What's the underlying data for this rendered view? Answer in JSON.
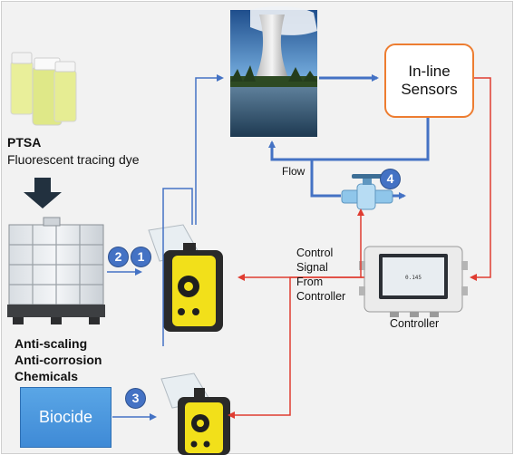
{
  "ptsa": {
    "title": "PTSA",
    "subtitle": "Fluorescent tracing dye"
  },
  "chemicals_label": [
    "Anti-scaling",
    "Anti-corrosion",
    "Chemicals"
  ],
  "biocide_label": "Biocide",
  "sensors_label": [
    "In-line",
    "Sensors"
  ],
  "flow_label": "Flow",
  "control_signal_label": [
    "Control",
    "Signal",
    "From",
    "Controller"
  ],
  "controller_label": "Controller",
  "controller_display": "0.145",
  "numbers": [
    "1",
    "2",
    "3",
    "4"
  ],
  "colors": {
    "flow_line": "#4472c4",
    "signal_line": "#e03c31",
    "sensor_border": "#ed7d31",
    "badge": "#4472c4",
    "biocide_fill": "#4a97dd",
    "pump_body": "#f2e01a"
  }
}
